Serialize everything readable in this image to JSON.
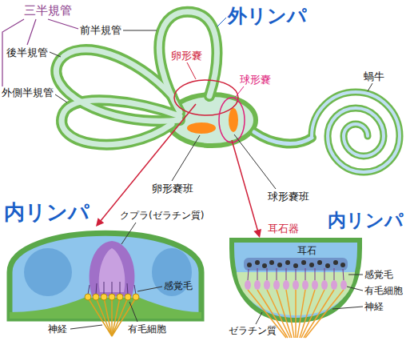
{
  "diagram": {
    "labels": [
      "三半規管",
      "前半規管",
      "外リンパ",
      "後半規管",
      "卵形嚢",
      "球形嚢",
      "蝸牛",
      "外側半規管",
      "卵形嚢班",
      "球形嚢班",
      "内リンパ",
      "クプラ(ゼラチン質)",
      "耳石器",
      "内リンパ",
      "耳石",
      "感覚毛",
      "感覚毛",
      "有毛細胞",
      "有毛細胞",
      "神経",
      "神経",
      "ゼラチン質"
    ]
  }
}
